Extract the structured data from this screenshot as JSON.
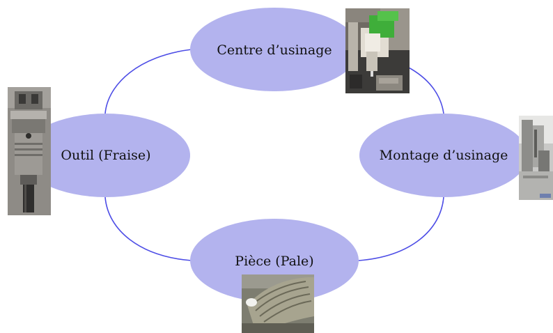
{
  "diagram": {
    "nodes": {
      "top": {
        "label": "Centre d’usinage"
      },
      "left": {
        "label": "Outil (Fraise)"
      },
      "right": {
        "label": "Montage d’usinage"
      },
      "bottom": {
        "label": "Pièce (Pale)"
      }
    },
    "colors": {
      "node_fill": "#b3b3ee",
      "connector": "#4d4de6",
      "label": "#111111"
    }
  }
}
